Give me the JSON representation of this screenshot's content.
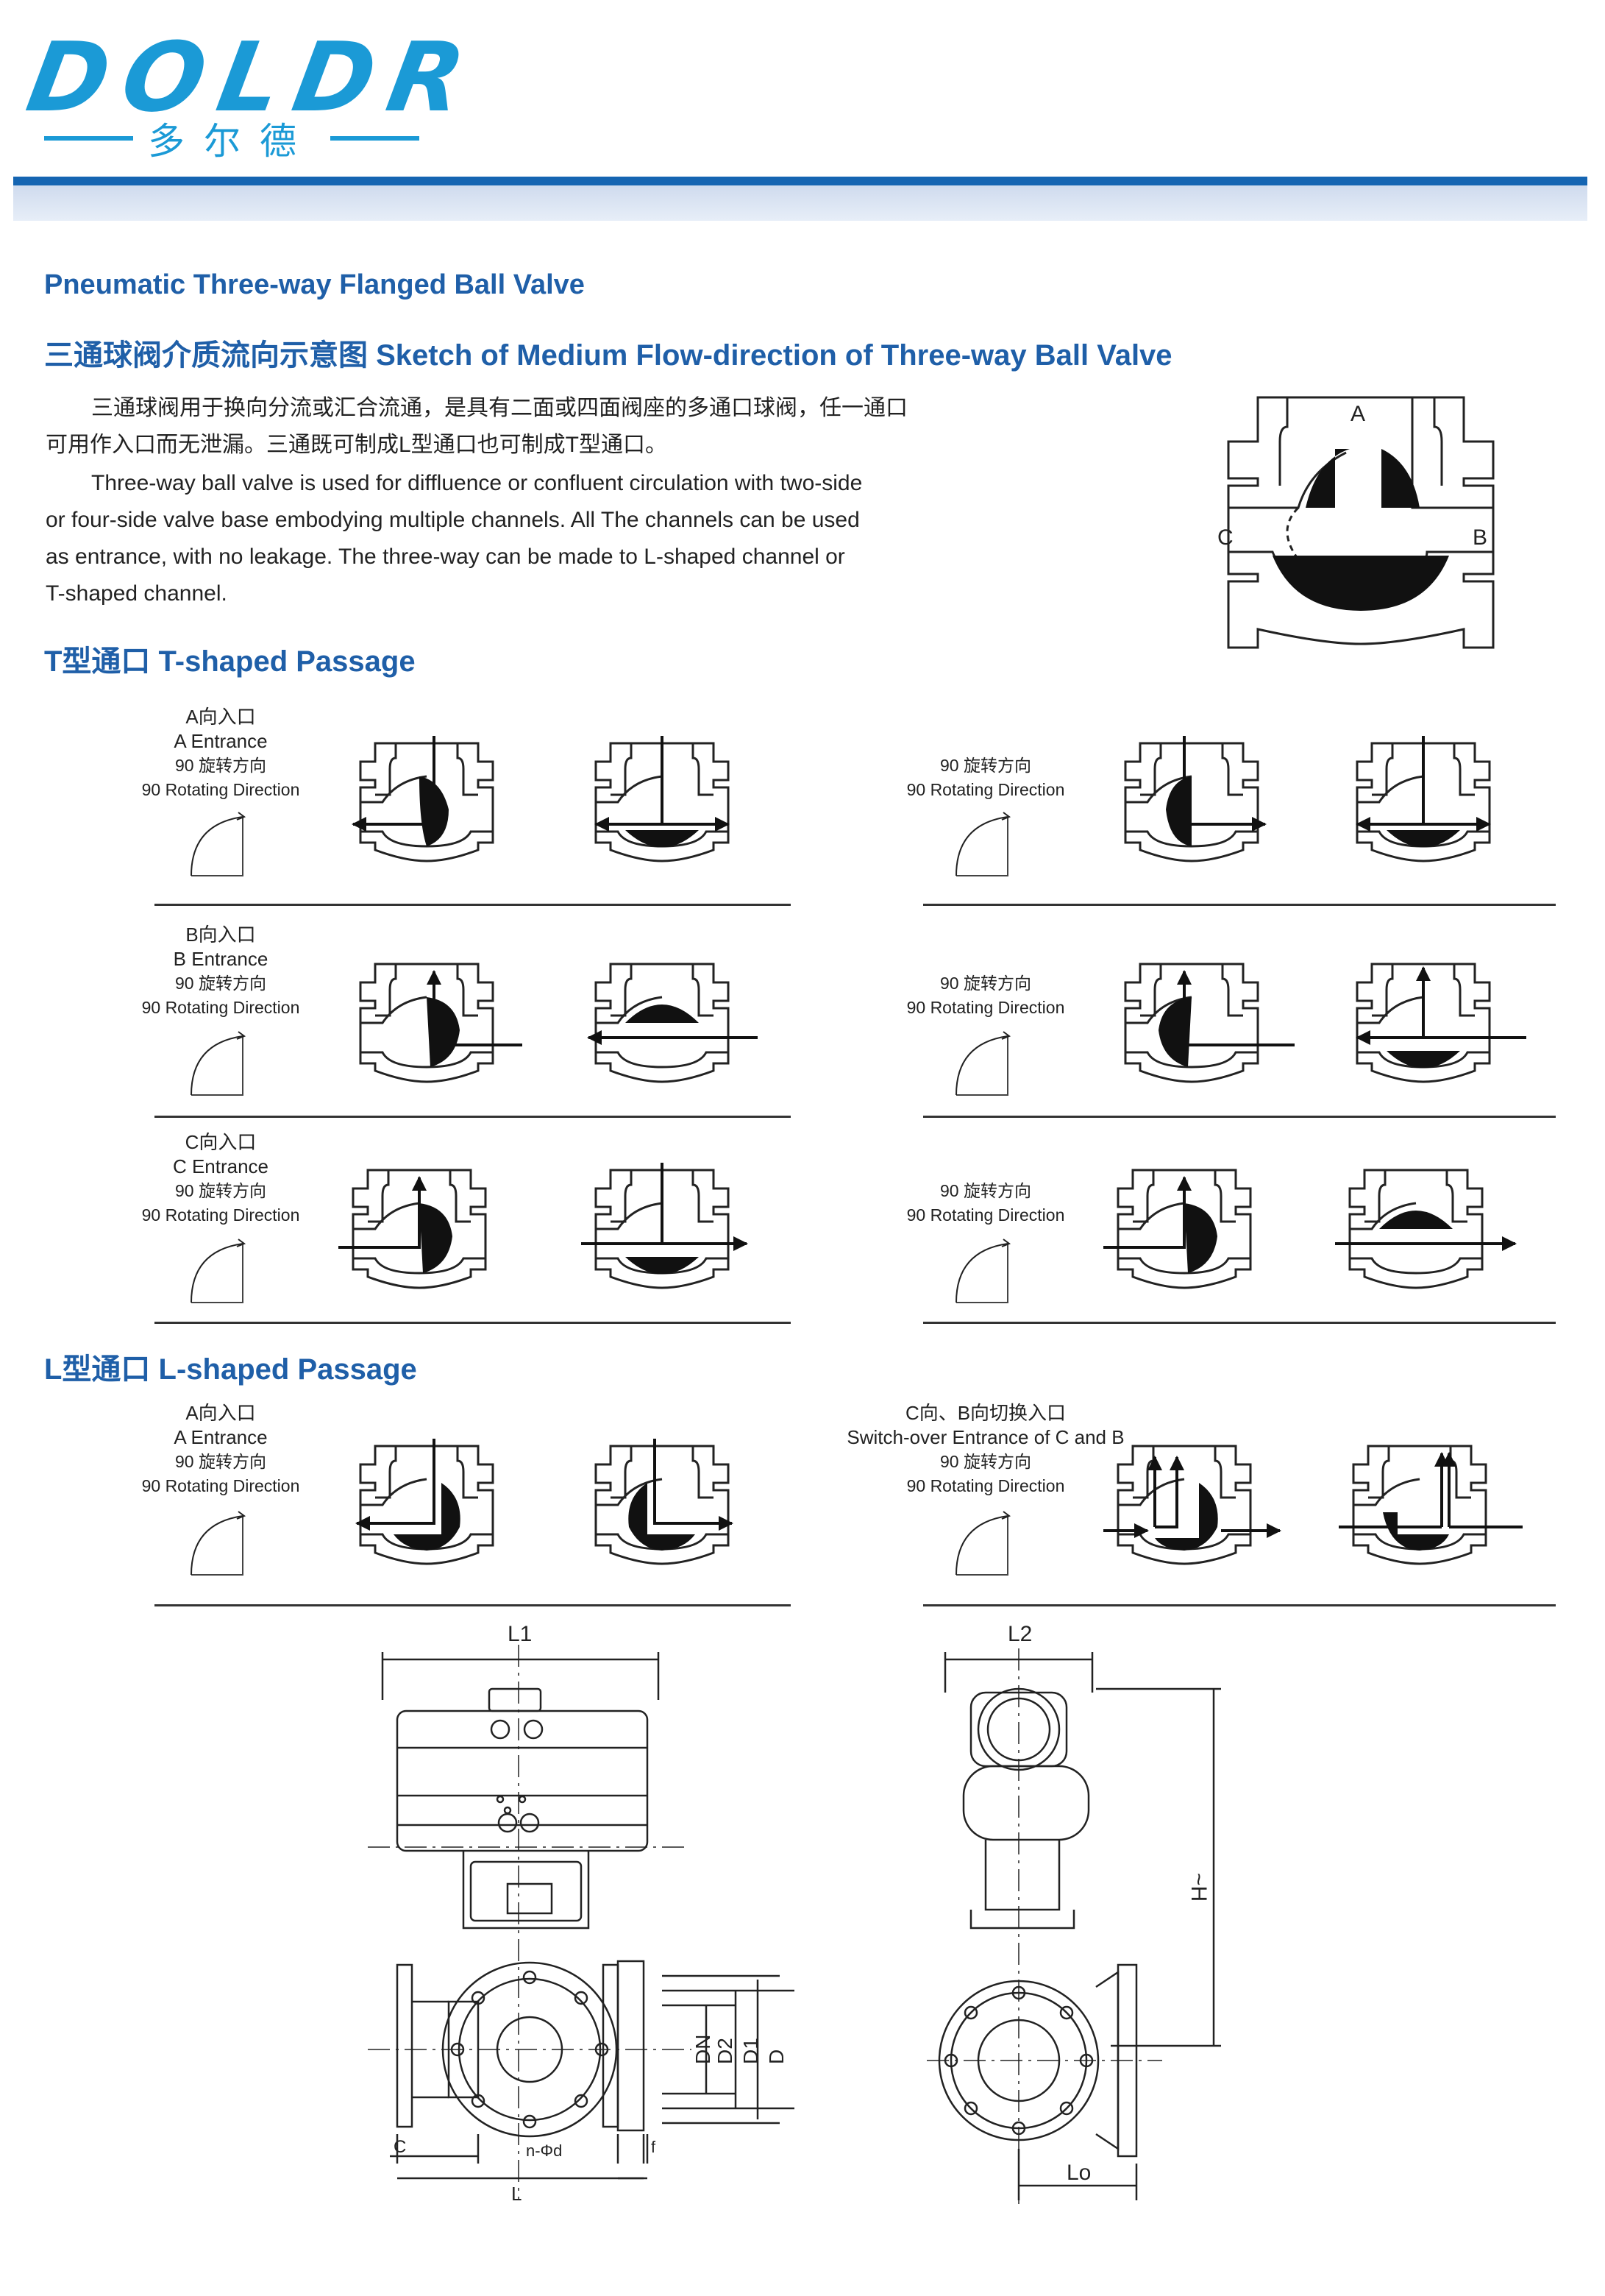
{
  "header": {
    "logo_text": "DOLDR",
    "logo_subtitle": "多尔德"
  },
  "titles": {
    "product": "Pneumatic Three-way Flanged Ball Valve",
    "sketch": "三通球阀介质流向示意图  Sketch of Medium Flow-direction of Three-way Ball Valve"
  },
  "intro": {
    "cn_line1": "三通球阀用于换向分流或汇合流通，是具有二面或四面阀座的多通口球阀，任一通口",
    "cn_line2": "可用作入口而无泄漏。三通既可制成L型通口也可制成T型通口。",
    "en_line1": "Three-way ball valve is used for diffluence or confluent circulation with two-side",
    "en_line2": "or four-side valve base embodying multiple channels. All The channels can be used",
    "en_line3": "as entrance, with no leakage. The three-way can be made to L-shaped channel or",
    "en_line4": "T-shaped channel."
  },
  "port_labels": {
    "a": "A",
    "b": "B",
    "c": "C"
  },
  "t_section": {
    "title": "T型通口  T-shaped Passage",
    "rows": [
      {
        "cn": "A向入口",
        "en": "A Entrance",
        "rot_cn": "90   旋转方向",
        "rot_en": "90 Rotating Direction"
      },
      {
        "cn": "B向入口",
        "en": "B Entrance",
        "rot_cn": "90   旋转方向",
        "rot_en": "90 Rotating Direction"
      },
      {
        "cn": "C向入口",
        "en": "C Entrance",
        "rot_cn": "90   旋转方向",
        "rot_en": "90 Rotating Direction"
      }
    ],
    "right_rows": [
      {
        "rot_cn": "90   旋转方向",
        "rot_en": "90 Rotating Direction"
      },
      {
        "rot_cn": "90   旋转方向",
        "rot_en": "90 Rotating Direction"
      },
      {
        "rot_cn": "90   旋转方向",
        "rot_en": "90 Rotating Direction"
      }
    ]
  },
  "l_section": {
    "title": "L型通口  L-shaped Passage",
    "left": {
      "cn": "A向入口",
      "en": "A Entrance",
      "rot_cn": "90   旋转方向",
      "rot_en": "90 Rotating Direction"
    },
    "right": {
      "cn": "C向、B向切换入口",
      "en": "Switch-over Entrance of C and B",
      "rot_cn": "90   旋转方向",
      "rot_en": "90 Rotating Direction"
    }
  },
  "dimensions": {
    "l1": "L1",
    "l2": "L2",
    "h": "~H",
    "dn": "DN",
    "d2": "D2",
    "d1": "D1",
    "d": "D",
    "n_phi_d": "n-Φd",
    "f": "f",
    "c": "C",
    "l": "L",
    "lo": "Lo"
  }
}
